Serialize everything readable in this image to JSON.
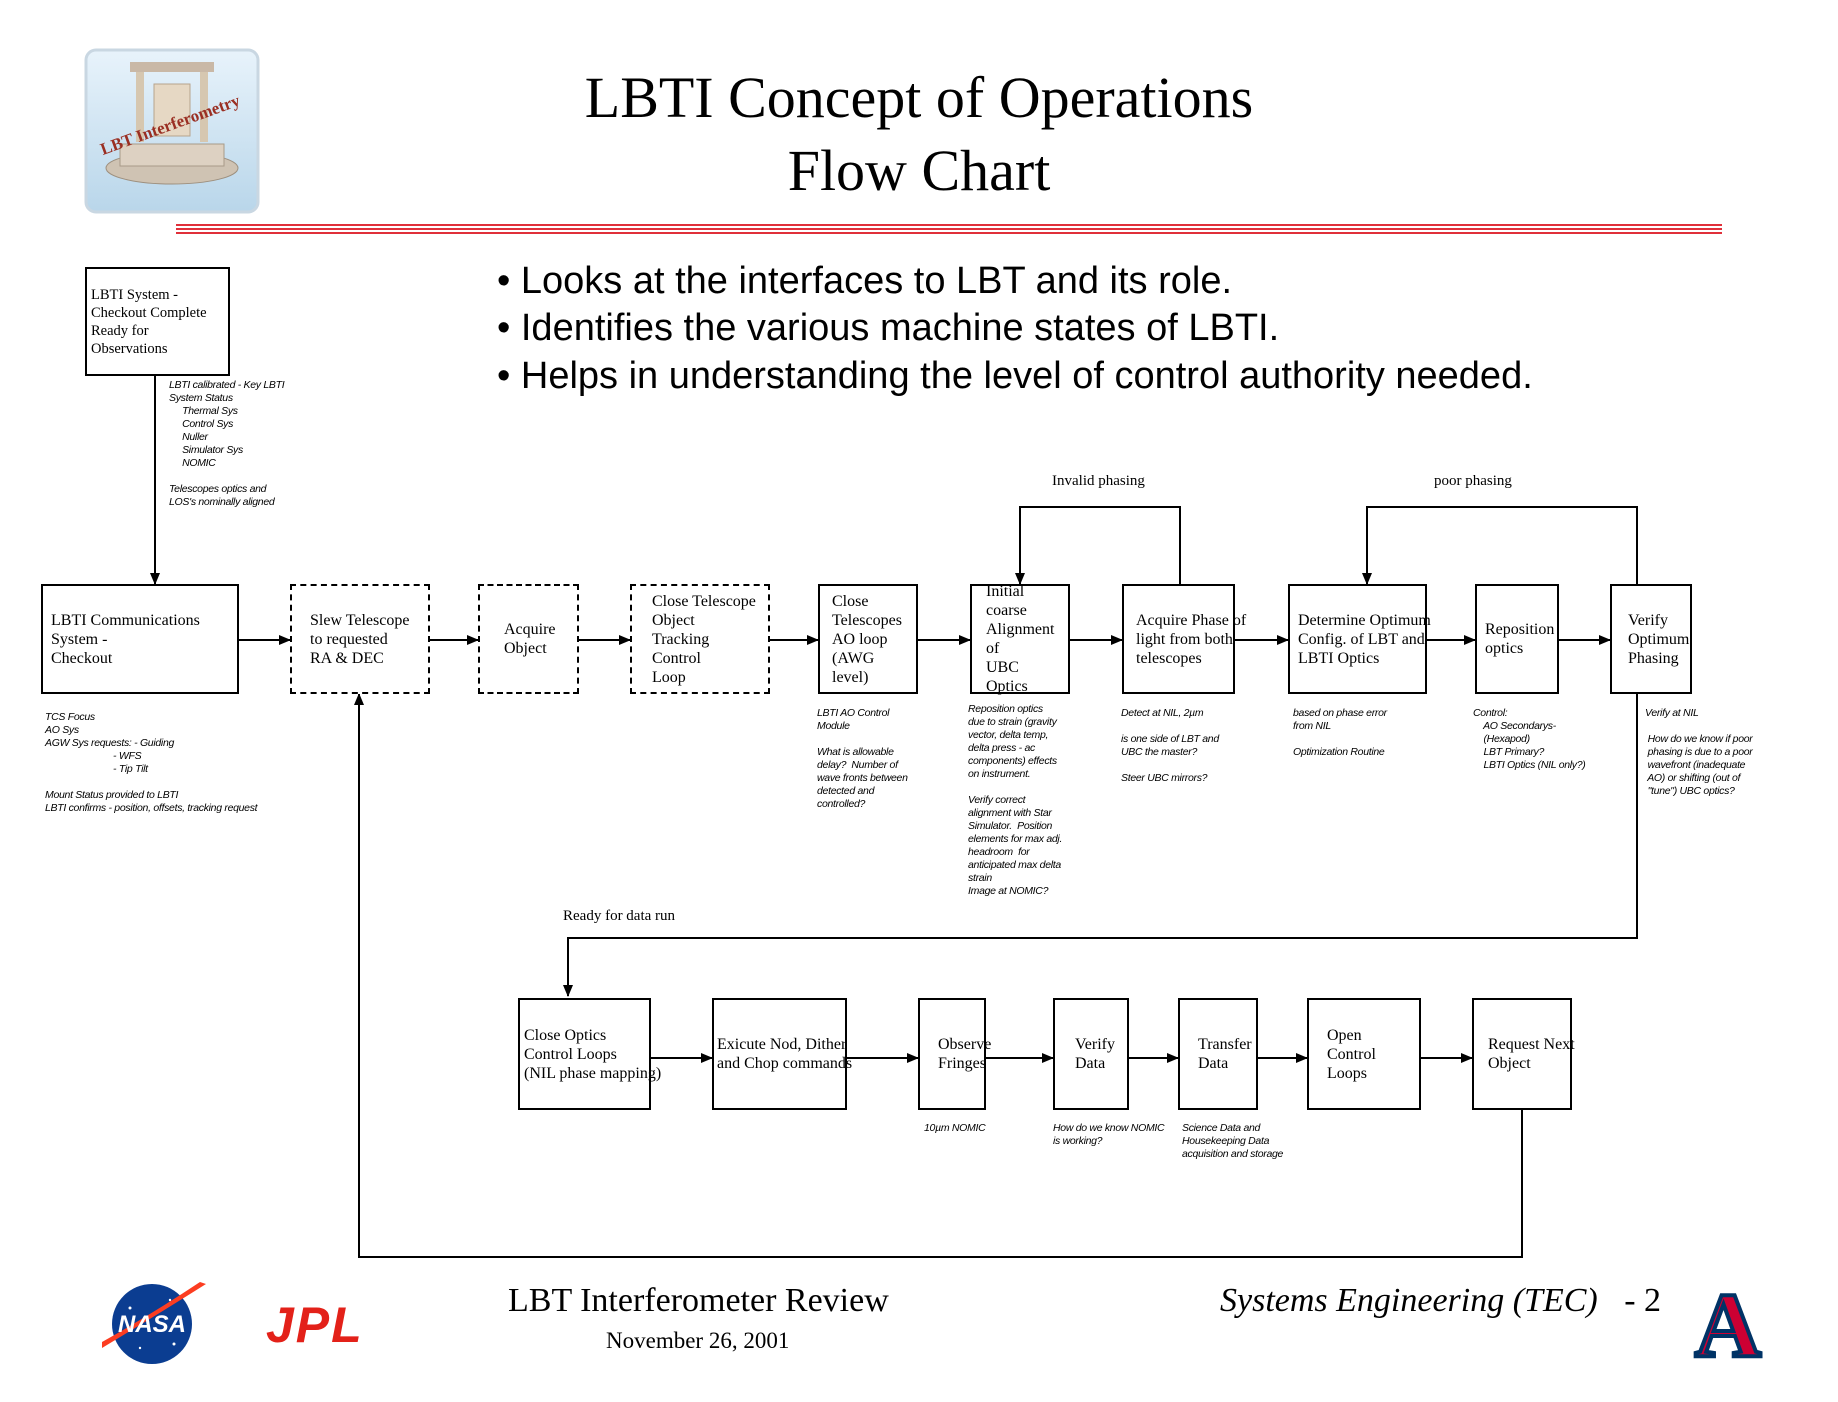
{
  "title": {
    "line1": "LBTI Concept of Operations",
    "line2": "Flow Chart"
  },
  "bullets": [
    "Looks at the interfaces to LBT and its role.",
    "Identifies the various machine states of LBTI.",
    "Helps in understanding the level of control authority needed."
  ],
  "logo": {
    "text": "LBT Interferometry"
  },
  "colors": {
    "accent_rule": "#e0303a",
    "jpl_red": "#e32119",
    "nasa_blue": "#0b3d91",
    "ua_red": "#cc0033",
    "ua_blue": "#003366"
  },
  "flow": {
    "start_box": "LBTI System -\nCheckout Complete\nReady for Observations",
    "start_note": "LBTI calibrated - Key LBTI\nSystem Status\n     Thermal Sys\n     Control Sys\n     Nuller\n     Simulator Sys\n     NOMIC\n\nTelescopes optics and\nLOS's nominally aligned",
    "row1": [
      {
        "label": "LBTI Communications System -\nCheckout"
      },
      {
        "label": "Slew Telescope\nto requested\nRA & DEC"
      },
      {
        "label": "Acquire\nObject"
      },
      {
        "label": "Close Telescope\nObject\nTracking Control\nLoop"
      },
      {
        "label": "Close\nTelescopes\nAO loop\n(AWG level)"
      },
      {
        "label": "Initial coarse\nAlignment of\nUBC Optics"
      },
      {
        "label": "Acquire Phase of\nlight from both\ntelescopes"
      },
      {
        "label": "Determine Optimum\nConfig. of LBT and\nLBTI Optics"
      },
      {
        "label": "Reposition\noptics"
      },
      {
        "label": "Verify\nOptimum\nPhasing"
      }
    ],
    "row1_notes": [
      "TCS Focus\nAO Sys\nAGW Sys requests: - Guiding\n                          - WFS\n                          - Tip Tilt\n\nMount Status provided to LBTI\nLBTI confirms - position, offsets, tracking request",
      "LBTI AO Control\nModule\n\nWhat is allowable\ndelay?  Number of\nwave fronts between\ndetected and\ncontrolled?",
      "Reposition optics\ndue to strain (gravity\nvector, delta temp,\ndelta press - ac\ncomponents) effects\non instrument.\n\nVerify correct\nalignment with Star\nSimulator.  Position\nelements for max adj.\nheadroom  for\nanticipated max delta\nstrain\nImage at NOMIC?",
      "Detect at NIL, 2µm\n\nis one side of LBT and\nUBC the master?\n\nSteer UBC mirrors?",
      "based on phase error\nfrom NIL\n\nOptimization Routine",
      "Control:\n    AO Secondarys-\n    (Hexapod)\n    LBT Primary?\n    LBTI Optics (NIL only?)",
      "Verify at NIL\n\n How do we know if poor\n phasing is due to a poor\n wavefront (inadequate\n AO) or shifting (out of\n \"tune\") UBC optics?"
    ],
    "loop_labels": {
      "invalid": "Invalid phasing",
      "poor": "poor phasing",
      "ready": "Ready for data run"
    },
    "row2": [
      {
        "label": "Close Optics\nControl Loops\n(NIL phase mapping)"
      },
      {
        "label": "Exicute Nod, Dither\nand Chop commands"
      },
      {
        "label": "Observe\nFringes"
      },
      {
        "label": "Verify\nData"
      },
      {
        "label": "Transfer\nData"
      },
      {
        "label": "Open Control\nLoops"
      },
      {
        "label": "Request Next\nObject"
      }
    ],
    "row2_notes": [
      "10µm NOMIC",
      "How do we know NOMIC\nis working?",
      "Science Data and\nHousekeeping Data\nacquisition and storage"
    ]
  },
  "footer": {
    "center_title": "LBT Interferometer Review",
    "date": "November 26, 2001",
    "right_label": "Systems Engineering (TEC)",
    "page_number": "- 2",
    "nasa_logo_text": "NASA",
    "jpl_logo_text": "JPL",
    "ua_logo_text": "A"
  }
}
